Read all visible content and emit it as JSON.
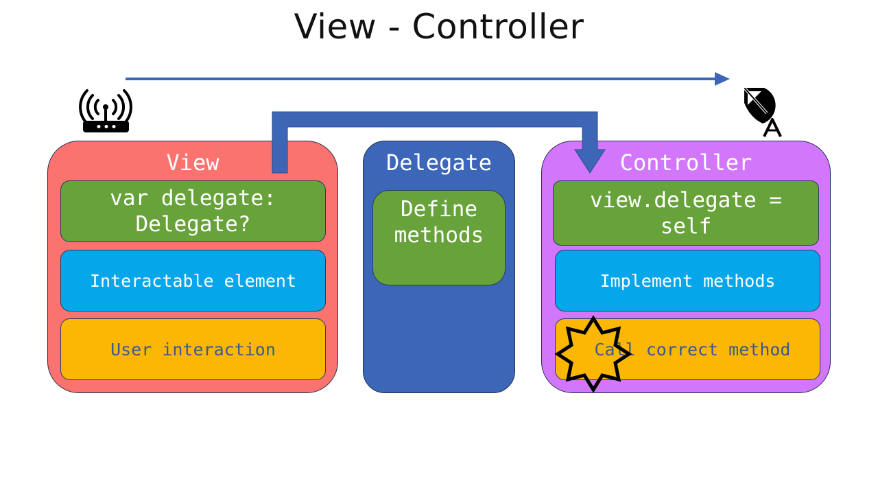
{
  "title": "View - Controller",
  "view": {
    "title": "View",
    "property_line1": "var delegate:",
    "property_line2": "Delegate?",
    "interactable": "Interactable element",
    "interaction": "User interaction"
  },
  "delegate": {
    "title": "Delegate",
    "define_line1": "Define",
    "define_line2": "methods"
  },
  "controller": {
    "title": "Controller",
    "assign_line1": "view.delegate =",
    "assign_line2": "self",
    "implement": "Implement methods",
    "call": "Call correct method"
  },
  "icons": {
    "left": "wifi-router-icon",
    "right": "satellite-dish-icon",
    "highlight": "burst-star-icon"
  },
  "colors": {
    "view": "#fa736f",
    "delegate": "#3c67b9",
    "controller": "#d277fb",
    "green": "#67a23a",
    "blue": "#06a6eb",
    "yellow": "#fbb704",
    "arrow": "#3e66b7"
  }
}
